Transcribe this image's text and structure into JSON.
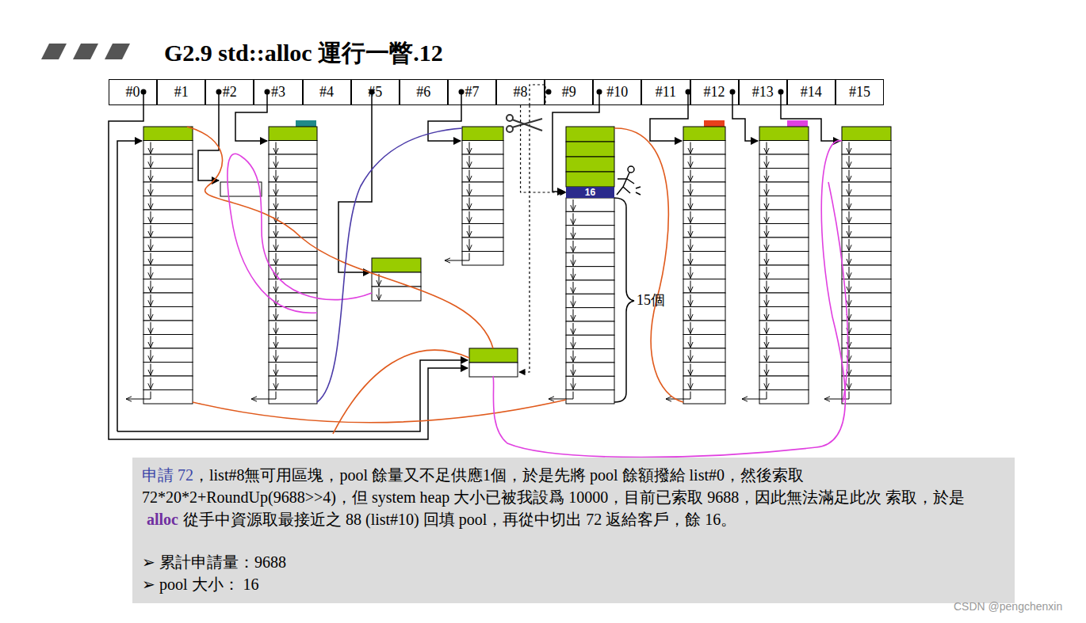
{
  "diagram": {
    "title": "G2.9 std::alloc 運行一瞥.12",
    "nodes": [
      {
        "text": [
          "#0"
        ]
      },
      {
        "text": [
          "#1"
        ]
      },
      {
        "text": [
          "#2"
        ]
      },
      {
        "text": [
          "#3"
        ]
      },
      {
        "text": [
          "#4"
        ]
      },
      {
        "text": [
          "#5"
        ]
      },
      {
        "text": [
          "#6"
        ]
      },
      {
        "text": [
          "#7"
        ]
      },
      {
        "text": [
          "#8"
        ]
      },
      {
        "text": [
          "#9"
        ]
      },
      {
        "text": [
          "#10"
        ]
      },
      {
        "text": [
          "#11"
        ]
      },
      {
        "text": [
          "#12"
        ]
      },
      {
        "text": [
          "#13"
        ]
      },
      {
        "text": [
          "#14"
        ]
      },
      {
        "text": [
          "#15"
        ]
      },
      {
        "text": [
          "16"
        ]
      },
      {
        "text": [
          "申請 72",
          "，list#8無可用區塊，pool 餘量又不足供應1個，於是先將 pool 餘額撥給 list#0，然後索取 72*20*2+RoundUp(9688>>4)，但 system heap 大小已被我設爲 10000，目前已索取 9688，因此無法滿足此次 索取，於是",
          "alloc",
          "從手中資源取最接近之 88 (list#10) 回填 pool，再從中切出 72 返給客戶，餘 16。",
          "➢ 累計申請量：9688",
          "➢ pool 大小： 16"
        ]
      }
    ],
    "edges": [
      {
        "from": 8,
        "to": 16,
        "arrow": "to"
      }
    ],
    "labels": [
      "15個",
      "CSDN @pengchenxin"
    ]
  }
}
